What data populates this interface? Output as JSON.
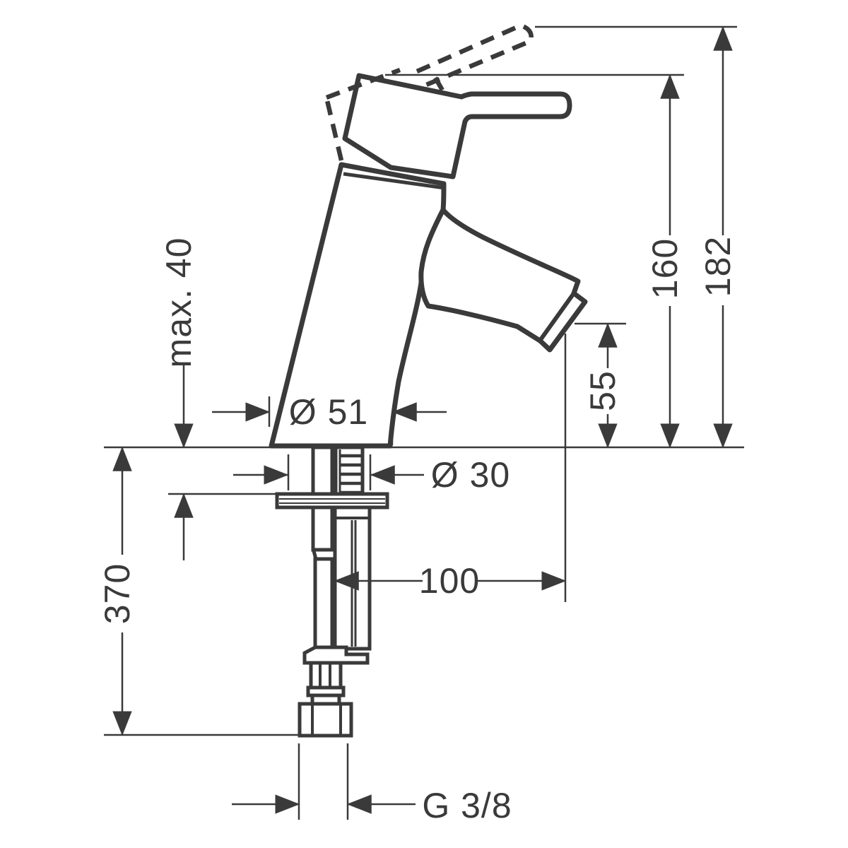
{
  "drawing": {
    "type": "technical-dimension-drawing",
    "subject": "single-lever basin mixer faucet, side elevation with mounting parts",
    "units_shown": "mm",
    "colors": {
      "line": "#3a3a3a",
      "background": "#ffffff"
    },
    "dimensions": {
      "counter_max_thickness": "max. 40",
      "base_diameter": "Ø 51",
      "hole_diameter": "Ø 30",
      "outlet_height": "55",
      "spout_reach": "100",
      "height_handle_closed": "160",
      "height_handle_raised": "182",
      "hose_length": "370",
      "connection_thread": "G 3/8"
    }
  }
}
